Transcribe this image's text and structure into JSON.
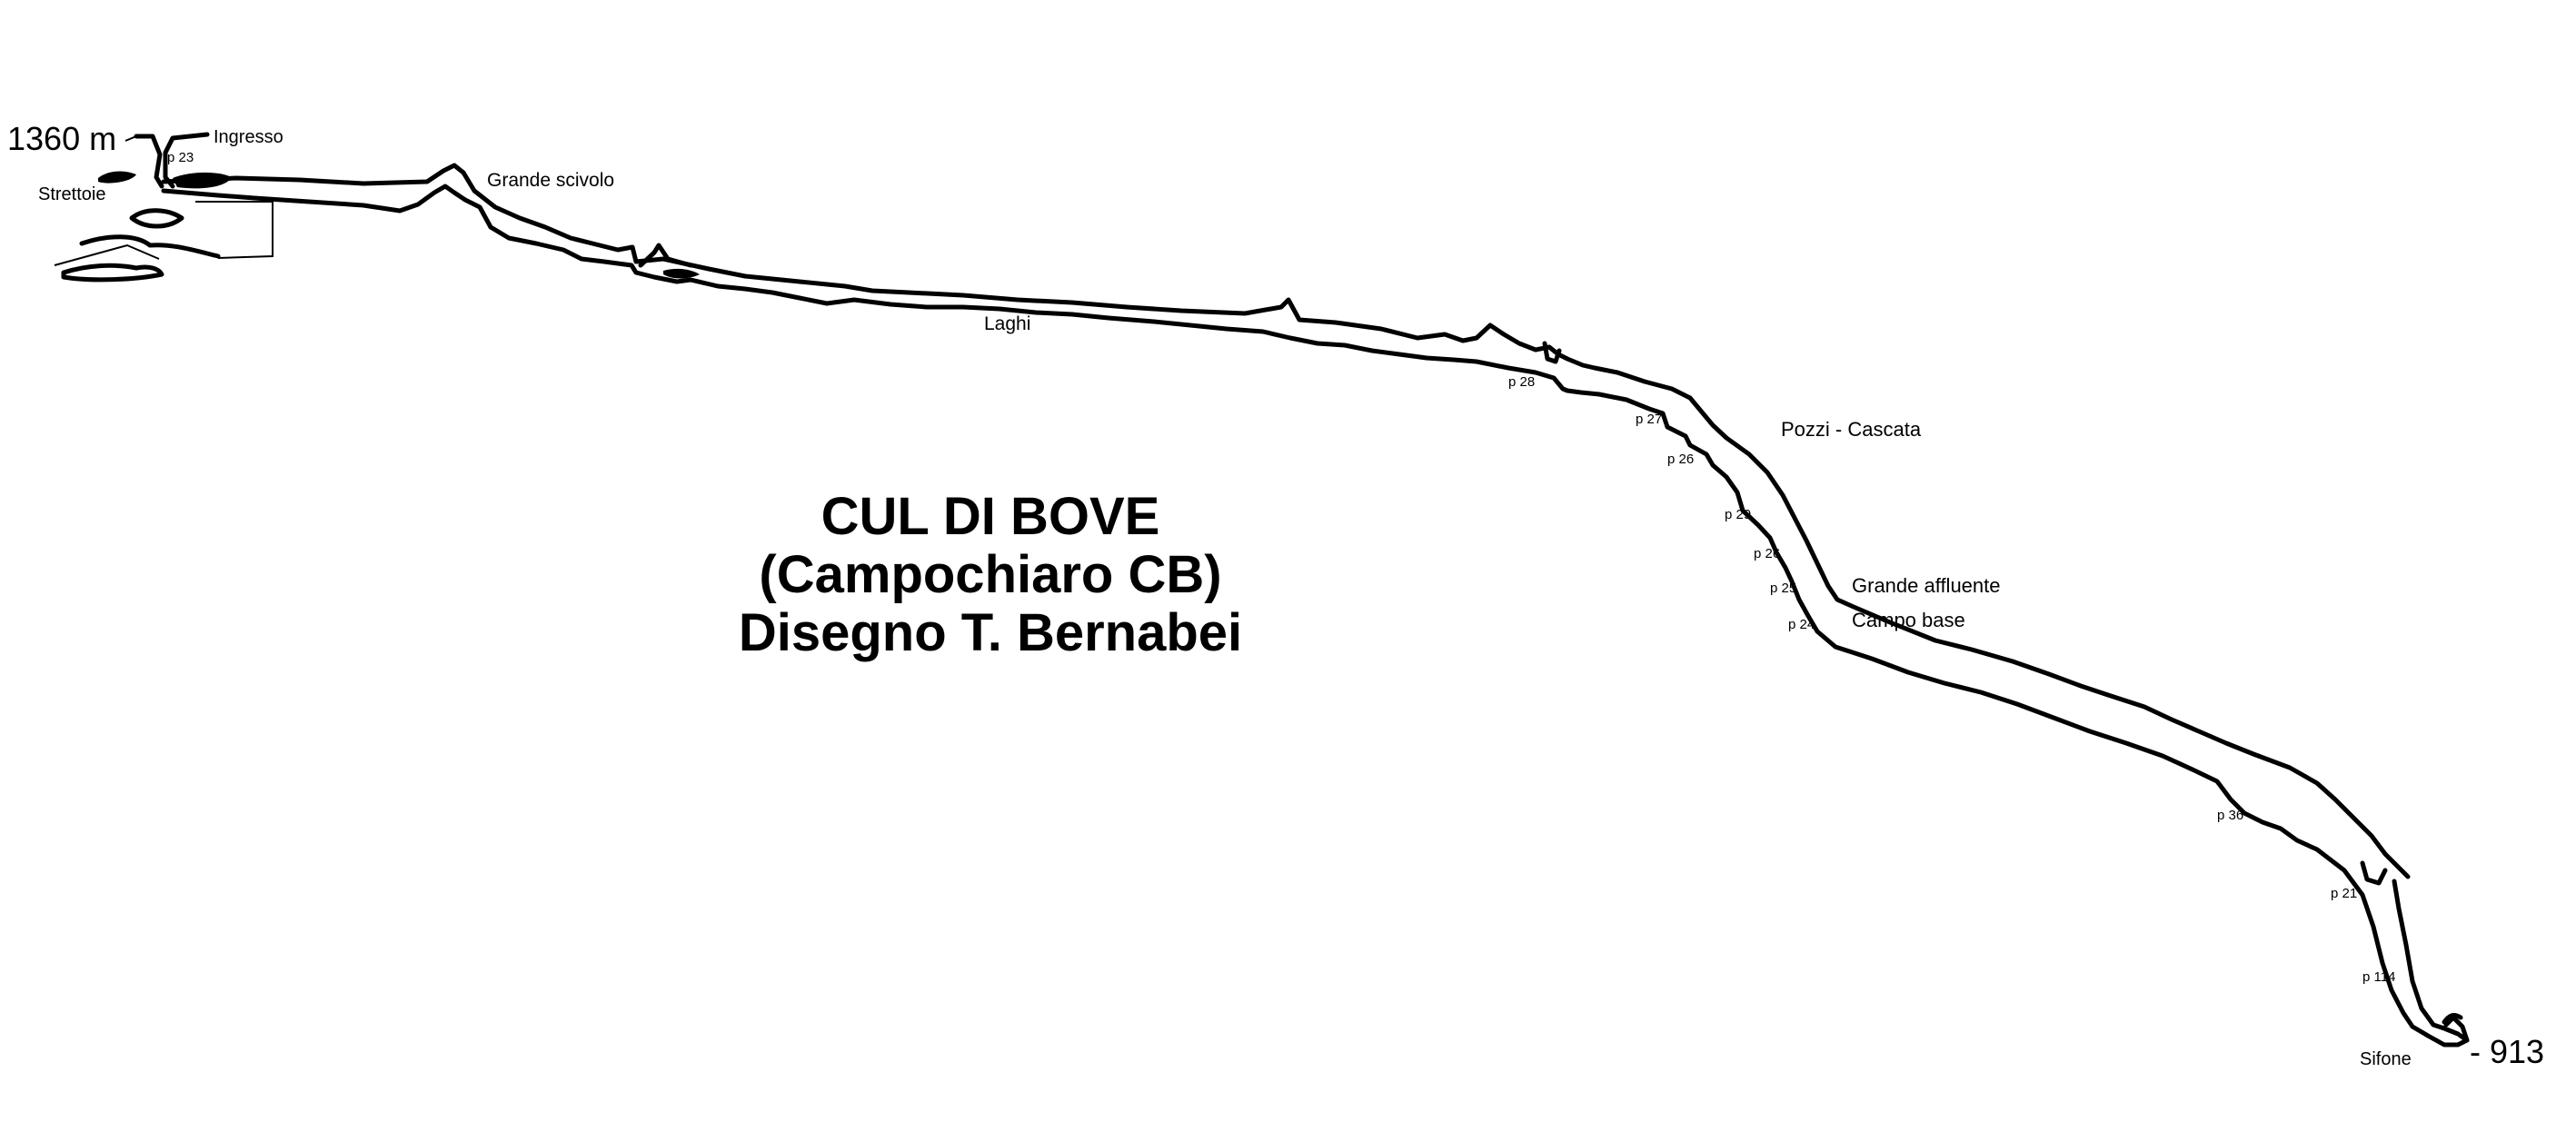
{
  "title": {
    "line1": "CUL DI BOVE",
    "line2": "(Campochiaro CB)",
    "line3": "Disegno T. Bernabei"
  },
  "elevations": {
    "top": "1360 m",
    "bottom": "- 913"
  },
  "labels": {
    "ingresso": "Ingresso",
    "strettoie": "Strettoie",
    "grande_scivolo": "Grande scivolo",
    "laghi": "Laghi",
    "pozzi_cascata": "Pozzi - Cascata",
    "grande_affluente": "Grande affluente",
    "campo_base": "Campo base",
    "sifone": "Sifone"
  },
  "pitches": {
    "p23": "p 23",
    "p28": "p 28",
    "p27": "p 27",
    "p26a": "p 26",
    "p29": "p 29",
    "p26b": "p 26",
    "p25": "p 25",
    "p24": "p 24",
    "p36": "p 36",
    "p21": "p 21",
    "p114": "p 114"
  }
}
